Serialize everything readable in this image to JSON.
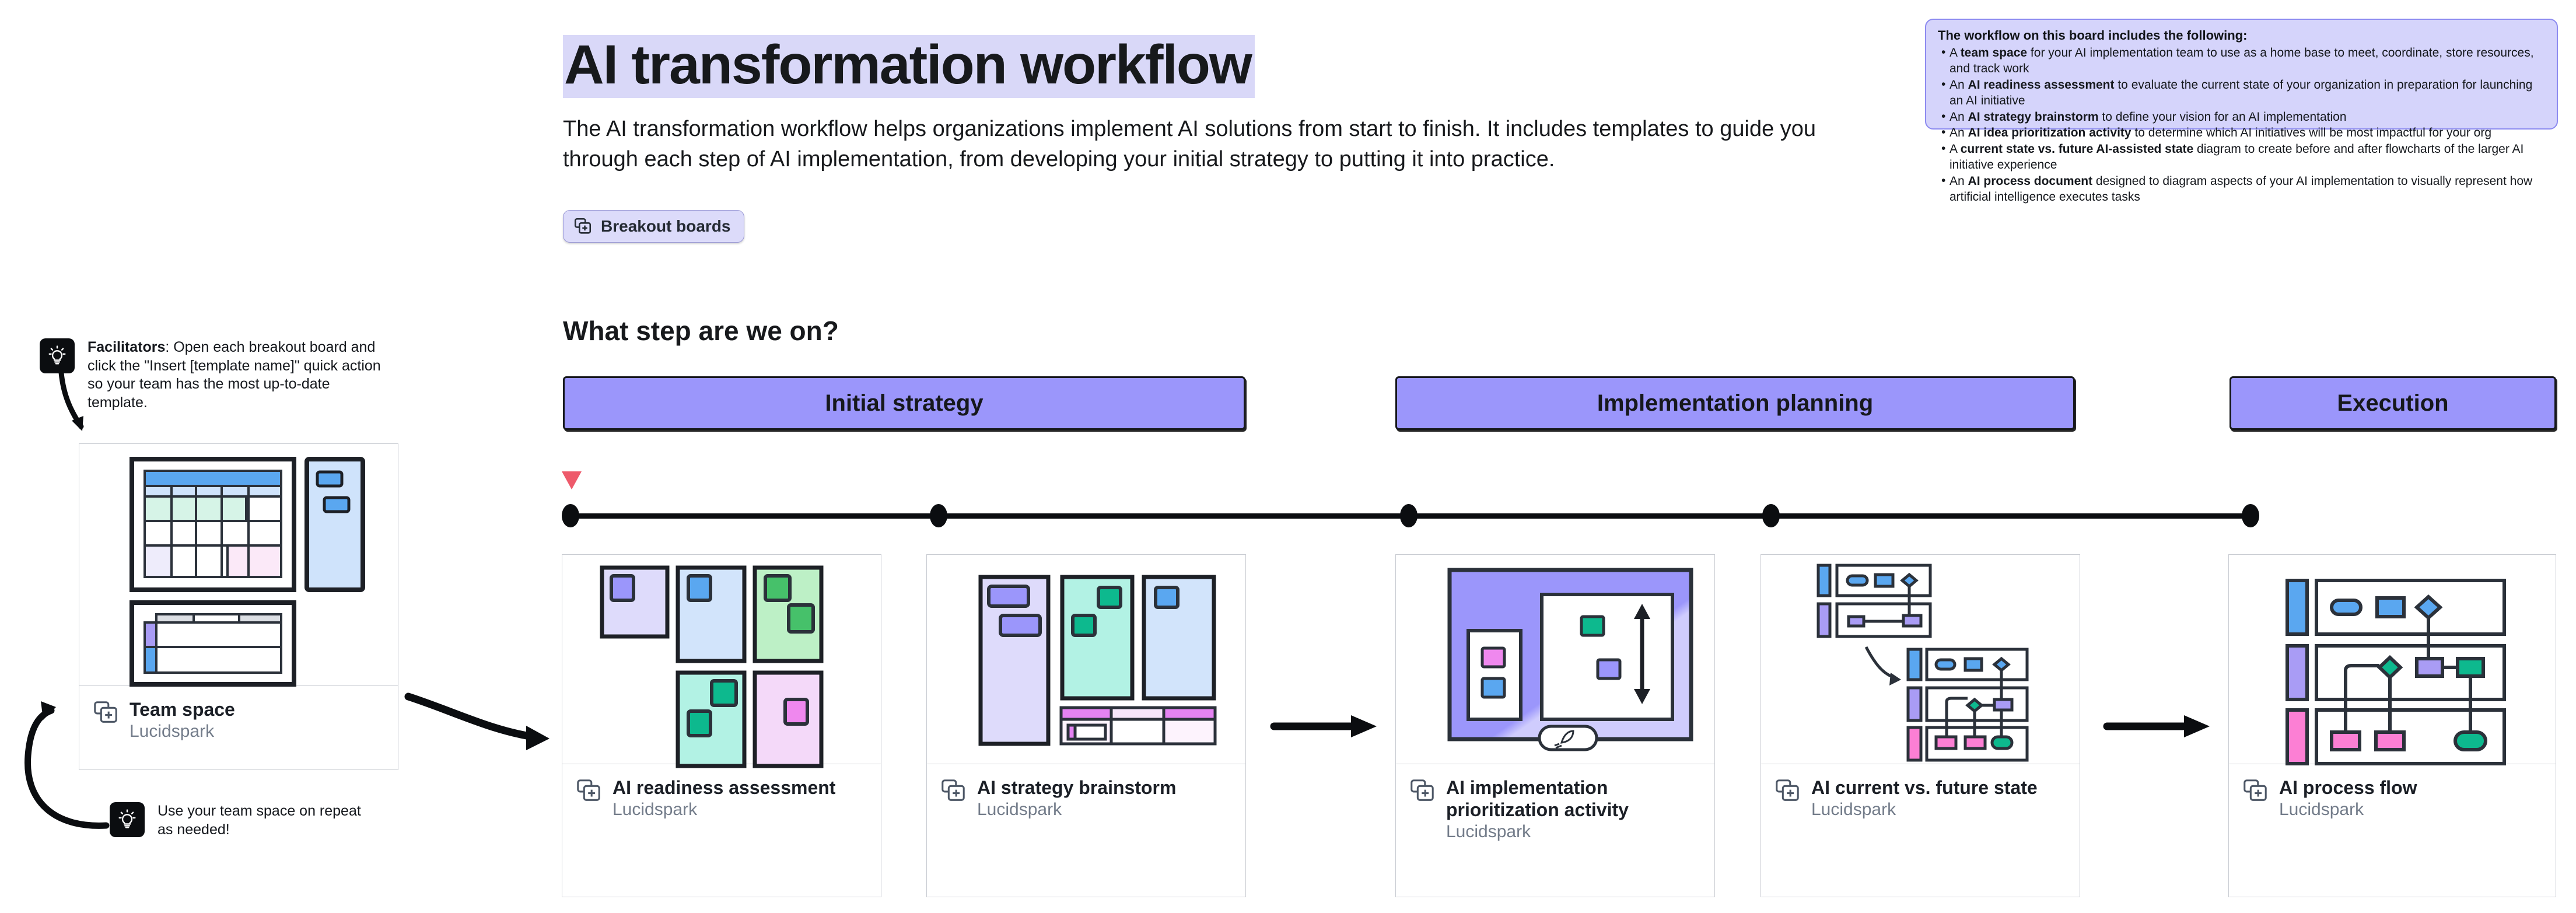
{
  "header": {
    "title": "AI transformation workflow",
    "subtitle": "The AI transformation workflow helps organizations implement AI solutions from start to finish. It includes templates to guide you through each step of AI implementation, from developing your initial strategy to putting it into practice.",
    "breakout_chip_label": "Breakout boards",
    "breakout_chip_icon": "add-board-icon",
    "title_highlight_color": "#d9d8f8"
  },
  "info_panel": {
    "heading": "The workflow on this board includes the following:",
    "background_color": "#d5d4fb",
    "border_color": "#8d8bf0",
    "items": [
      {
        "lead": "A ",
        "bold": "team space",
        "rest": " for your AI implementation team to use as a home base to meet, coordinate, store resources, and track work"
      },
      {
        "lead": "An ",
        "bold": "AI readiness assessment",
        "rest": " to evaluate the current state of your organization in preparation for launching an AI initiative"
      },
      {
        "lead": "An ",
        "bold": "AI strategy brainstorm",
        "rest": " to define your vision for an AI implementation"
      },
      {
        "lead": "An ",
        "bold": "AI idea prioritization activity",
        "rest": " to determine which AI initiatives will be most impactful for your org"
      },
      {
        "lead": "A ",
        "bold": "current state vs. future AI-assisted state",
        "rest": " diagram to create before and after flowcharts of the larger AI initiative experience"
      },
      {
        "lead": "An ",
        "bold": "AI process document",
        "rest": " designed to diagram aspects of your AI implementation to visually represent how artificial intelligence executes tasks"
      }
    ]
  },
  "section": {
    "question": "What step are we on?"
  },
  "phases": [
    {
      "label": "Initial strategy",
      "color": "#9b96fb"
    },
    {
      "label": "Implementation planning",
      "color": "#9b96fb"
    },
    {
      "label": "Execution",
      "color": "#9b96fb"
    }
  ],
  "timeline": {
    "marker_color": "#ee5a6b",
    "dot_count": 5,
    "current_step_index": 0
  },
  "notes": [
    {
      "id": "facilitators",
      "icon": "lightbulb-icon",
      "lead_bold": "Facilitators",
      "text": ": Open each breakout board and click the \"Insert [template name]\" quick action so your team has the most up-to-date template."
    },
    {
      "id": "repeat",
      "icon": "lightbulb-icon",
      "lead_bold": "",
      "text": "Use your team space on repeat as needed!"
    }
  ],
  "team_space_card": {
    "title": "Team space",
    "subtitle": "Lucidspark",
    "icon": "add-board-icon"
  },
  "template_cards": [
    {
      "title": "AI readiness assessment",
      "subtitle": "Lucidspark",
      "icon": "add-board-icon"
    },
    {
      "title": "AI strategy brainstorm",
      "subtitle": "Lucidspark",
      "icon": "add-board-icon"
    },
    {
      "title": "AI implementation prioritization activity",
      "subtitle": "Lucidspark",
      "icon": "add-board-icon"
    },
    {
      "title": "AI current vs. future state",
      "subtitle": "Lucidspark",
      "icon": "add-board-icon"
    },
    {
      "title": "AI process flow",
      "subtitle": "Lucidspark",
      "icon": "add-board-icon"
    }
  ],
  "palette": {
    "purple": "#9b96fb",
    "purple_light": "#dedbfb",
    "blue": "#5aa7f0",
    "blue_light": "#d2e4fb",
    "green": "#46c16a",
    "green_light": "#bdf0c6",
    "teal": "#0db98e",
    "teal_light": "#b2f2e4",
    "pink": "#ef88ee",
    "pink_light": "#f4d9f9",
    "hot_pink": "#fc7fd4",
    "stroke": "#2b313a"
  }
}
